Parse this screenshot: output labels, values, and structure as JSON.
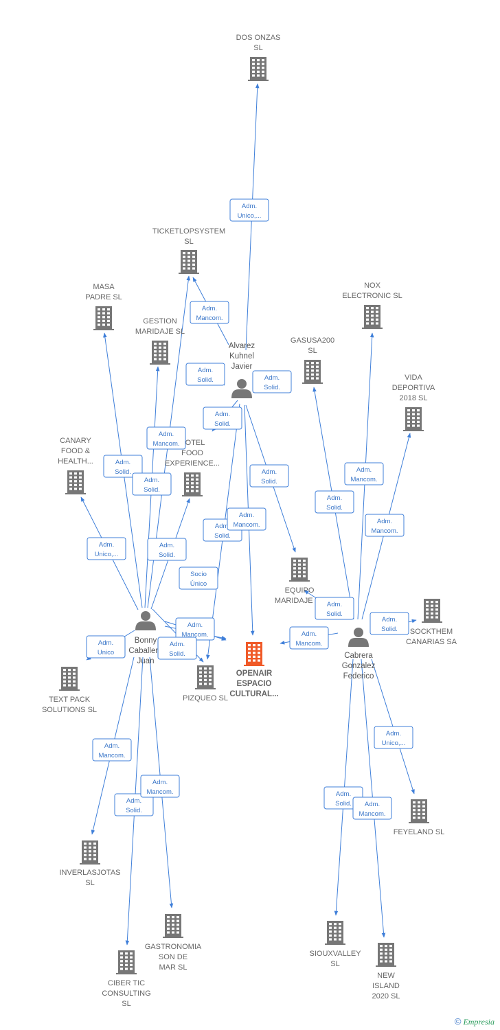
{
  "colors": {
    "edge": "#3f7fd9",
    "company": "#777777",
    "focus": "#f05a28",
    "person": "#777777"
  },
  "companies": [
    {
      "id": "dos_onzas",
      "lines": [
        "DOS ONZAS",
        "SL"
      ],
      "focus": false
    },
    {
      "id": "ticketlopsystem",
      "lines": [
        "TICKETLOPSYSTEM",
        "SL"
      ],
      "focus": false
    },
    {
      "id": "masa_padre",
      "lines": [
        "MASA",
        "PADRE  SL"
      ],
      "focus": false
    },
    {
      "id": "gestion_maridaje",
      "lines": [
        "GESTION",
        "MARIDAJE  SL"
      ],
      "focus": false
    },
    {
      "id": "nox_electronic",
      "lines": [
        "NOX",
        "ELECTRONIC SL"
      ],
      "focus": false
    },
    {
      "id": "gasusa200",
      "lines": [
        "GASUSA200",
        "SL"
      ],
      "focus": false
    },
    {
      "id": "vida_deportiva",
      "lines": [
        "VIDA",
        "DEPORTIVA",
        "2018  SL"
      ],
      "focus": false
    },
    {
      "id": "canary_food",
      "lines": [
        "CANARY",
        "FOOD &",
        "HEALTH..."
      ],
      "focus": false
    },
    {
      "id": "hotel_food",
      "lines": [
        "HOTEL",
        "FOOD",
        "EXPERIENCE..."
      ],
      "focus": false
    },
    {
      "id": "equipo_maridaje",
      "lines": [
        "EQUIPO",
        "MARIDAJE  SL"
      ],
      "focus": false
    },
    {
      "id": "sockthem",
      "lines": [
        "SOCKTHEM",
        "CANARIAS SA"
      ],
      "focus": false
    },
    {
      "id": "text_pack",
      "lines": [
        "TEXT PACK",
        "SOLUTIONS  SL"
      ],
      "focus": false
    },
    {
      "id": "pizqueo",
      "lines": [
        "PIZQUEO  SL"
      ],
      "focus": false
    },
    {
      "id": "openair",
      "lines": [
        "OPENAIR",
        "ESPACIO",
        "CULTURAL..."
      ],
      "focus": true
    },
    {
      "id": "feyeland",
      "lines": [
        "FEYELAND  SL"
      ],
      "focus": false
    },
    {
      "id": "inverlasjotas",
      "lines": [
        "INVERLASJOTAS",
        "SL"
      ],
      "focus": false
    },
    {
      "id": "gastronomia",
      "lines": [
        "GASTRONOMIA",
        "SON DE",
        "MAR  SL"
      ],
      "focus": false
    },
    {
      "id": "siouxvalley",
      "lines": [
        "SIOUXVALLEY",
        "SL"
      ],
      "focus": false
    },
    {
      "id": "ciber_tic",
      "lines": [
        "CIBER TIC",
        "CONSULTING",
        "SL"
      ],
      "focus": false
    },
    {
      "id": "new_island",
      "lines": [
        "NEW",
        "ISLAND",
        "2020  SL"
      ],
      "focus": false
    }
  ],
  "persons": [
    {
      "id": "alvarez",
      "lines": [
        "Alvarez",
        "Kuhnel",
        "Javier"
      ]
    },
    {
      "id": "bonny",
      "lines": [
        "Bonny",
        "Caballero",
        "Juan"
      ]
    },
    {
      "id": "cabrera",
      "lines": [
        "Cabrera",
        "Gonzalez",
        "Federico"
      ]
    }
  ],
  "relations": [
    {
      "from": "alvarez",
      "to": "dos_onzas",
      "label": [
        "Adm.",
        "Unico,..."
      ]
    },
    {
      "from": "alvarez",
      "to": "ticketlopsystem",
      "label": [
        "Adm.",
        "Mancom."
      ]
    },
    {
      "from": "alvarez",
      "to": "gestion_maridaje",
      "label": [
        "Adm.",
        "Solid."
      ]
    },
    {
      "from": "alvarez",
      "to": "gasusa200",
      "label": [
        "Adm.",
        "Solid."
      ]
    },
    {
      "from": "alvarez",
      "to": "hotel_food",
      "label": [
        "Adm.",
        "Solid."
      ]
    },
    {
      "from": "alvarez",
      "to": "equipo_maridaje",
      "label": [
        "Adm.",
        "Solid."
      ]
    },
    {
      "from": "alvarez",
      "to": "pizqueo",
      "label": [
        "Adm.",
        "Solid."
      ]
    },
    {
      "from": "alvarez",
      "to": "openair",
      "label": [
        "Adm.",
        "Mancom."
      ]
    },
    {
      "from": "bonny",
      "to": "masa_padre",
      "label": [
        "Adm.",
        "Solid."
      ]
    },
    {
      "from": "bonny",
      "to": "ticketlopsystem",
      "label": [
        "Adm.",
        "Mancom."
      ]
    },
    {
      "from": "bonny",
      "to": "gestion_maridaje",
      "label": [
        "Adm.",
        "Solid."
      ]
    },
    {
      "from": "bonny",
      "to": "canary_food",
      "label": [
        "Adm.",
        "Unico,..."
      ]
    },
    {
      "from": "bonny",
      "to": "hotel_food",
      "label": [
        "Adm.",
        "Solid."
      ]
    },
    {
      "from": "bonny",
      "to": "pizqueo",
      "label": [
        "Socio",
        "Único"
      ]
    },
    {
      "from": "bonny",
      "to": "openair",
      "label": [
        "Adm.",
        "Mancom."
      ]
    },
    {
      "from": "bonny",
      "to": "openair",
      "label": [
        "Adm.",
        "Solid."
      ]
    },
    {
      "from": "bonny",
      "to": "text_pack",
      "label": [
        "Adm.",
        "Unico"
      ]
    },
    {
      "from": "bonny",
      "to": "inverlasjotas",
      "label": [
        "Adm.",
        "Mancom."
      ]
    },
    {
      "from": "bonny",
      "to": "ciber_tic",
      "label": [
        "Adm.",
        "Solid."
      ]
    },
    {
      "from": "bonny",
      "to": "gastronomia",
      "label": [
        "Adm.",
        "Mancom."
      ]
    },
    {
      "from": "cabrera",
      "to": "nox_electronic",
      "label": [
        "Adm.",
        "Mancom."
      ]
    },
    {
      "from": "cabrera",
      "to": "gasusa200",
      "label": [
        "Adm.",
        "Solid."
      ]
    },
    {
      "from": "cabrera",
      "to": "vida_deportiva",
      "label": [
        "Adm.",
        "Mancom."
      ]
    },
    {
      "from": "cabrera",
      "to": "equipo_maridaje",
      "label": [
        "Adm.",
        "Solid."
      ]
    },
    {
      "from": "cabrera",
      "to": "sockthem",
      "label": [
        "Adm.",
        "Solid."
      ]
    },
    {
      "from": "cabrera",
      "to": "openair",
      "label": [
        "Adm.",
        "Mancom."
      ]
    },
    {
      "from": "cabrera",
      "to": "feyeland",
      "label": [
        "Adm.",
        "Unico,..."
      ]
    },
    {
      "from": "cabrera",
      "to": "siouxvalley",
      "label": [
        "Adm.",
        "Solid."
      ]
    },
    {
      "from": "cabrera",
      "to": "new_island",
      "label": [
        "Adm.",
        "Mancom."
      ]
    }
  ],
  "brand": {
    "symbol": "©",
    "name": "Empresia"
  }
}
